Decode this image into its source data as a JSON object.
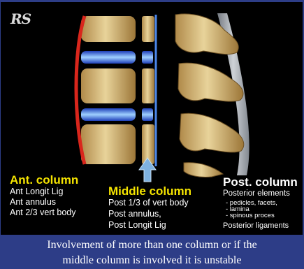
{
  "logo_text": "RS",
  "anterior": {
    "title": "Ant. column",
    "lines": [
      "Ant Longit Lig",
      "Ant annulus",
      "Ant 2/3 vert body"
    ]
  },
  "middle": {
    "title": "Middle column",
    "lines": [
      "Post 1/3 of vert body",
      "Post annulus,",
      "Post Longit Lig"
    ]
  },
  "posterior": {
    "title": "Post. column",
    "lines": [
      "Posterior elements",
      "- pedicles, facets,",
      "- lamina",
      "- spinous proces",
      "Posterior ligaments"
    ]
  },
  "caption": {
    "line1": "Involvement of more than one column or if the",
    "line2": "middle column is involved it is unstable"
  },
  "colors": {
    "background": "#2d3d87",
    "panel": "#000000",
    "heading_yellow": "#f5e400",
    "ligament_red": "#d9261c",
    "disc_blue": "#2f5fe0",
    "arrow_blue": "#7fb2e0"
  },
  "icons": {
    "arrow": "up-arrow-icon"
  }
}
